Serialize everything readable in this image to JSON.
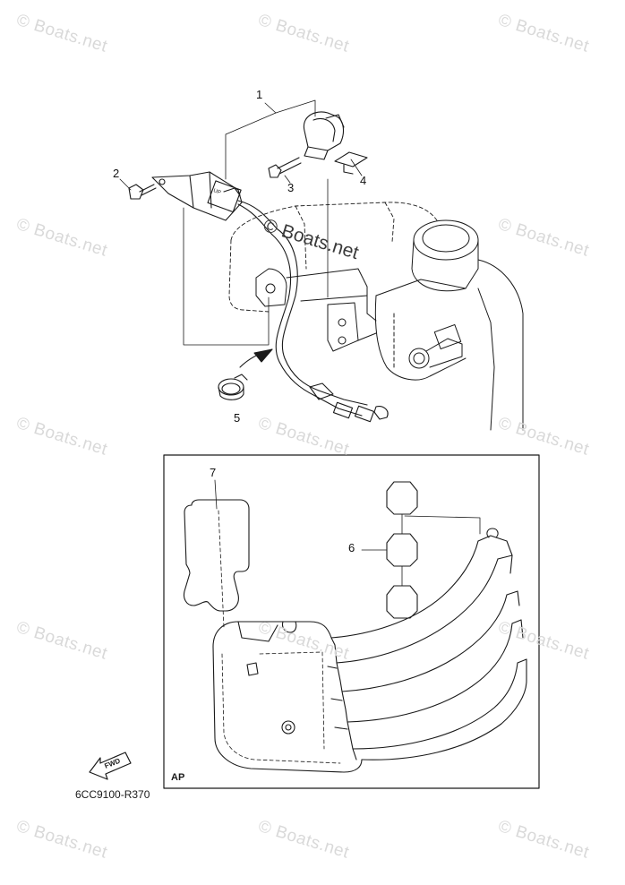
{
  "watermark_text": "© Boats.net",
  "center_watermark_text": "© Boats.net",
  "callouts": [
    "1",
    "2",
    "3",
    "4",
    "5",
    "6",
    "7"
  ],
  "inset_tag": "AP",
  "diagram_code": "6CC9100-R370",
  "fwd_arrow_text": "FWD",
  "part_label_up": "UP",
  "colors": {
    "line": "#1a1a1a",
    "watermark": "#d9d9d9",
    "background": "#ffffff"
  }
}
